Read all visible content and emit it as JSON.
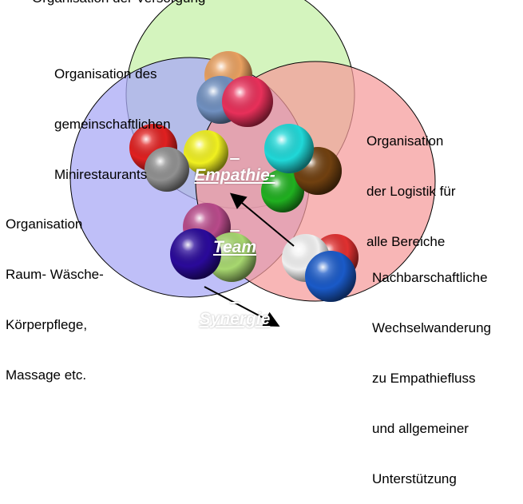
{
  "heading_partial": "Organisation der Versorgung",
  "center_title": [
    "Empathie-",
    "Team",
    "Synergie"
  ],
  "labels": {
    "top": [
      "Organisation des",
      "gemeinschaftlichen",
      "Minirestaurants"
    ],
    "right": [
      "Organisation",
      "der Logistik für",
      "alle Bereiche"
    ],
    "left": [
      "Organisation",
      "Raum- Wäsche-",
      "Körperpflege,",
      "Massage etc."
    ],
    "bottom_right": [
      "Nachbarschaftliche",
      "Wechselwanderung",
      "zu Empathiefluss",
      "und allgemeiner",
      "Unterstützung"
    ]
  },
  "circle_colors": {
    "top": "#c6f0a8",
    "left": "#a9a9f5",
    "right": "#f59a9a"
  },
  "sphere_colors": [
    "#e8a060",
    "#e8305a",
    "#7090c0",
    "#e02020",
    "#f0f020",
    "#909090",
    "#20d8d8",
    "#20b020",
    "#704010",
    "#b84a8a",
    "#2a0a9a",
    "#a8d870",
    "#f0f0f0",
    "#e03030",
    "#1a5ac8"
  ]
}
